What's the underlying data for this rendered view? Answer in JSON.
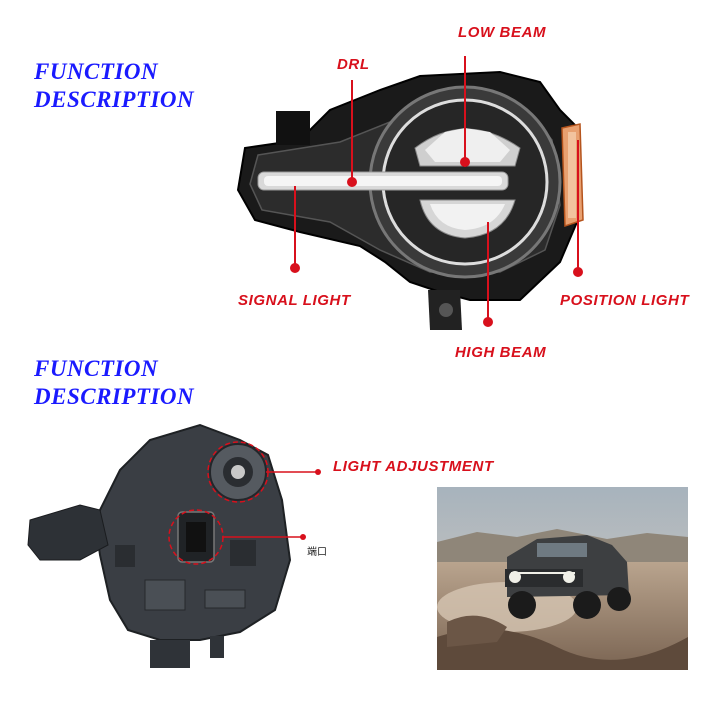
{
  "top_section": {
    "heading_line1": "FUNCTION",
    "heading_line2": "DESCRIPTION",
    "labels": {
      "low_beam": "LOW BEAM",
      "drl": "DRL",
      "signal_light": "SIGNAL LIGHT",
      "position_light": "POSITION LIGHT",
      "high_beam": "HIGH BEAM"
    }
  },
  "bottom_section": {
    "heading_line1": "FUNCTION",
    "heading_line2": "DESCRIPTION",
    "labels": {
      "light_adjustment": "LIGHT ADJUSTMENT",
      "port": "端口"
    }
  },
  "colors": {
    "heading": "#1a1aff",
    "callout": "#d8101c"
  }
}
